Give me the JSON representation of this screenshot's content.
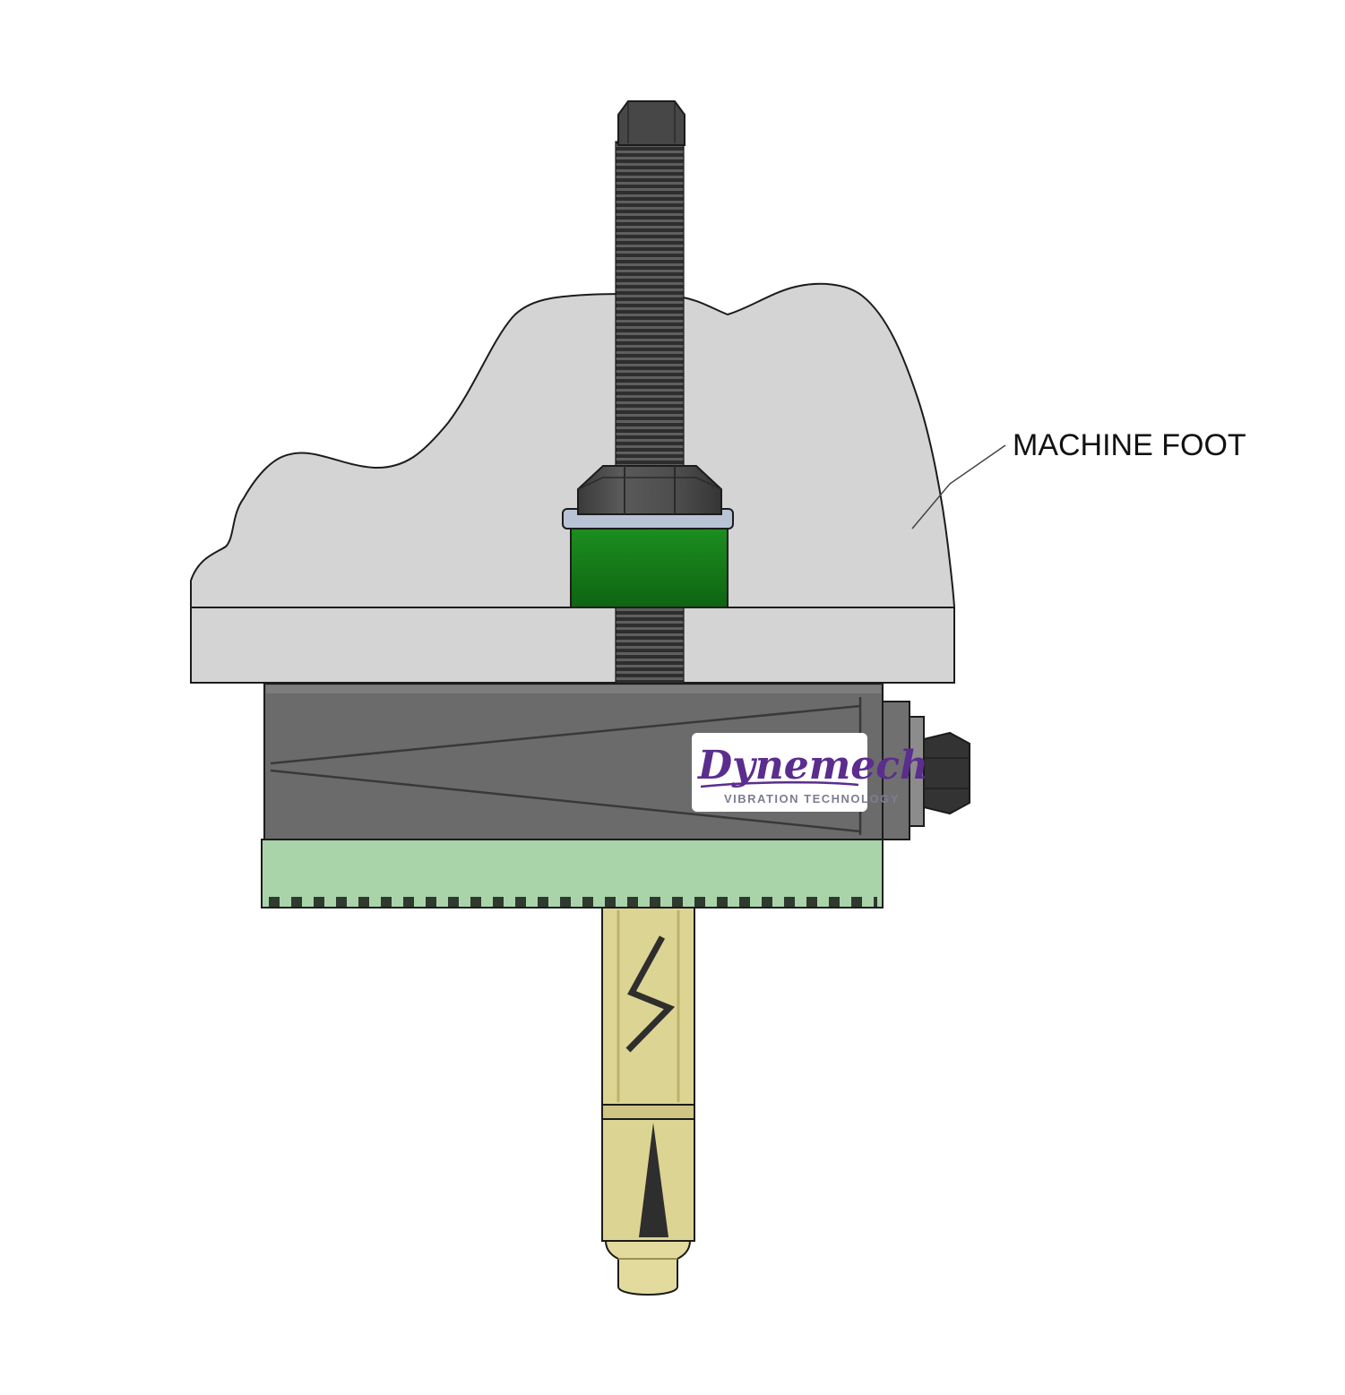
{
  "diagram": {
    "label_machine_foot": "MACHINE FOOT",
    "logo": {
      "brand": "Dynemech",
      "tagline": "VIBRATION TECHNOLOGY"
    }
  },
  "colors": {
    "machine_foot": "#d4d4d4",
    "base_plate": "#d4d4d4",
    "mount_body": "#6b6b6b",
    "mount_body_light": "#7d7d7d",
    "bushing_green": "#17821a",
    "bushing_green_dark": "#0e6512",
    "pad_green": "#a9d4a9",
    "pad_teeth": "#2f3a2f",
    "washer_steel": "#b9c3d6",
    "metal_dark": "#474747",
    "metal_darker": "#333333",
    "thread_dark": "#2e2e2e",
    "thread_light": "#5f5f5f",
    "anchor_body": "#dcd492",
    "anchor_band": "#cfc684",
    "anchor_tip": "#e3db9d",
    "anchor_dark": "#2e2e2e",
    "logo_purple": "#5b2d8e",
    "logo_gray": "#7d7d92",
    "outline": "#1c1c1c",
    "label_color": "#111111"
  }
}
